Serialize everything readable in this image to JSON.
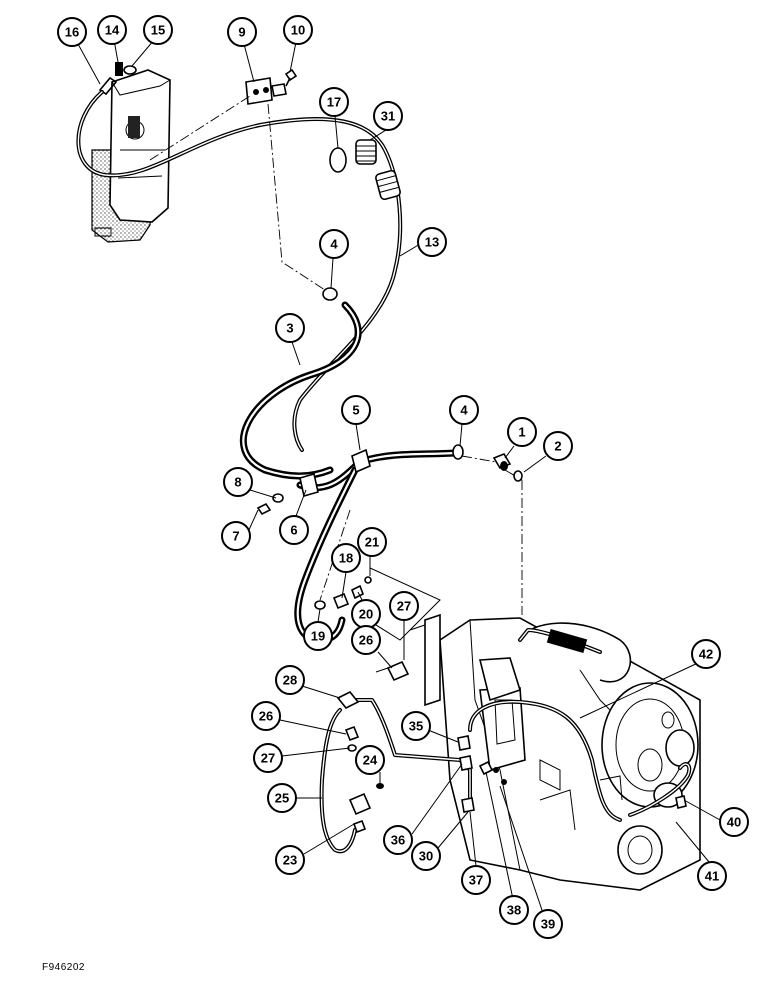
{
  "figure_id": "F946202",
  "callouts": [
    "16",
    "14",
    "15",
    "9",
    "10",
    "17",
    "31",
    "13",
    "4",
    "3",
    "5",
    "4",
    "1",
    "2",
    "8",
    "7",
    "6",
    "21",
    "18",
    "20",
    "19",
    "27",
    "26",
    "42",
    "28",
    "26",
    "35",
    "27",
    "24",
    "25",
    "36",
    "30",
    "23",
    "37",
    "38",
    "39",
    "40",
    "41"
  ]
}
